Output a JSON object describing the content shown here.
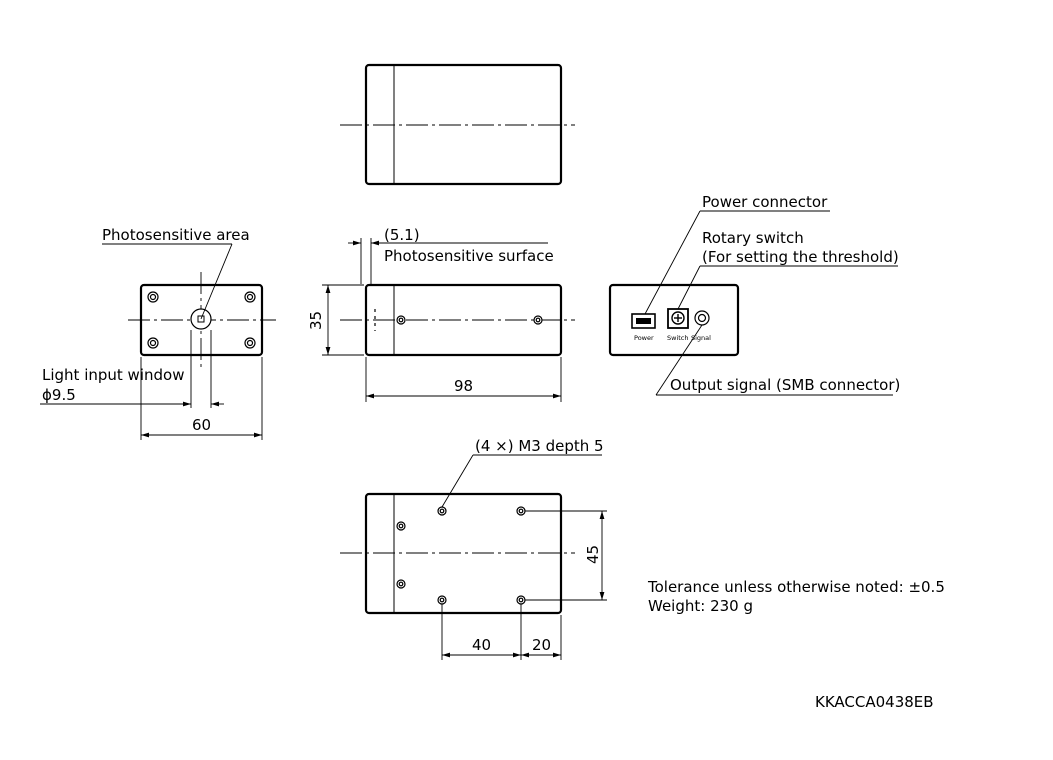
{
  "labels": {
    "photosensitive_area": "Photosensitive area",
    "light_input_window": "Light input window",
    "window_diameter": "ϕ9.5",
    "width_60": "60",
    "offset_5_1": "(5.1)",
    "photosensitive_surface": "Photosensitive surface",
    "height_35": "35",
    "length_98": "98",
    "power_connector": "Power connector",
    "rotary_switch": "Rotary switch",
    "rotary_switch_note": "(For setting the threshold)",
    "output_signal": "Output signal (SMB connector)",
    "panel_power": "Power",
    "panel_switch": "Switch",
    "panel_signal": "Signal",
    "mount_holes": "(4 ×) M3 depth 5",
    "dim_45": "45",
    "dim_40": "40",
    "dim_20": "20",
    "tolerance": "Tolerance unless otherwise noted: ±0.5",
    "weight": "Weight: 230 g",
    "drawing_code": "KKACCA0438EB"
  }
}
